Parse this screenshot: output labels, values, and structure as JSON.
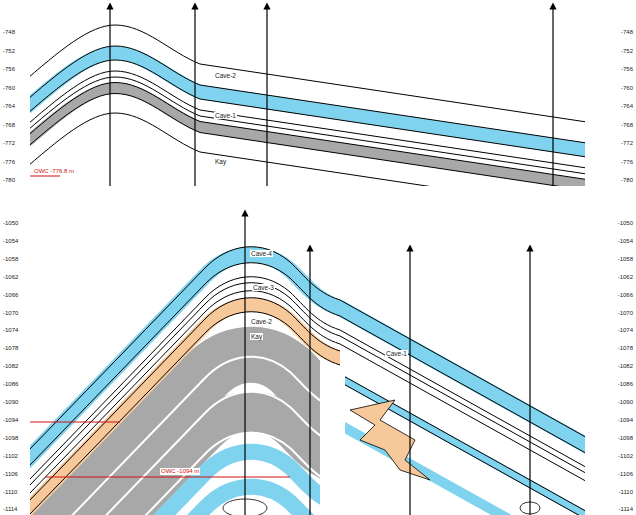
{
  "diagram": {
    "labels": [
      "-748",
      "-752",
      "-756",
      "-760",
      "-764",
      "-768",
      "-772",
      "-776",
      "-780",
      "-748",
      "-752",
      "-756",
      "-760",
      "-764",
      "-768",
      "-772",
      "-776",
      "-780",
      "Cave-2",
      "Cave-1",
      "Kay",
      "OWC -776.8 m",
      "-1050",
      "-1054",
      "-1058",
      "-1062",
      "-1066",
      "-1070",
      "-1074",
      "-1078",
      "-1082",
      "-1086",
      "-1090",
      "-1094",
      "-1098",
      "-1102",
      "-1106",
      "-1110",
      "-1114",
      "-1050",
      "-1054",
      "-1058",
      "-1062",
      "-1066",
      "-1070",
      "-1074",
      "-1078",
      "-1082",
      "-1086",
      "-1090",
      "-1094",
      "-1098",
      "-1102",
      "-1106",
      "-1110",
      "-1114",
      "Cave-4",
      "Cave-3",
      "Cave-2",
      "Kay",
      "Cave-1",
      "OWC -1094 m"
    ]
  }
}
